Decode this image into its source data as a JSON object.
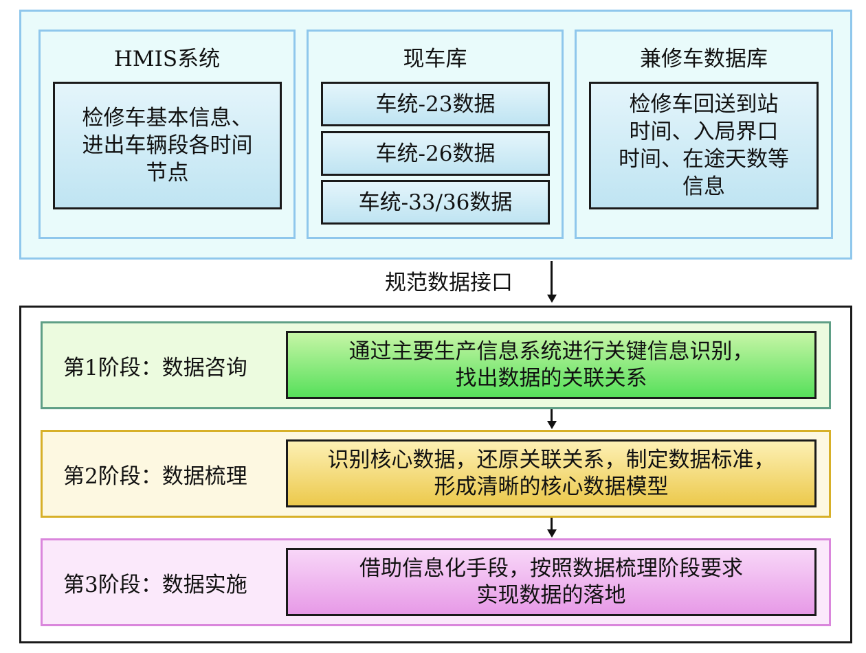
{
  "sources": {
    "hmis": {
      "title": "HMIS系统",
      "lines": [
        "检修车基本信息、",
        "进出车辆段各时间",
        "节点"
      ]
    },
    "xianche": {
      "title": "现车库",
      "items": [
        "车统-23数据",
        "车统-26数据",
        "车统-33/36数据"
      ]
    },
    "jianxiu": {
      "title": "兼修车数据库",
      "lines": [
        "检修车回送到站",
        "时间、入局界口",
        "时间、在途天数等",
        "信息"
      ]
    }
  },
  "interface_label": "规范数据接口",
  "stages": [
    {
      "label": "第1阶段：数据咨询",
      "lines": [
        "通过主要生产信息系统进行关键信息识别，",
        "找出数据的关联关系"
      ]
    },
    {
      "label": "第2阶段：数据梳理",
      "lines": [
        "识别核心数据，还原关联关系，制定数据标准，",
        "形成清晰的核心数据模型"
      ]
    },
    {
      "label": "第3阶段：数据实施",
      "lines": [
        "借助信息化手段，按照数据梳理阶段要求",
        "实现数据的落地"
      ]
    }
  ],
  "colors": {
    "panel_border": "#8fc7ec",
    "panel_fill": "#e9fbfb",
    "stage1_border": "#5f9f86",
    "stage2_border": "#d7b028",
    "stage3_border": "#da86dc"
  }
}
